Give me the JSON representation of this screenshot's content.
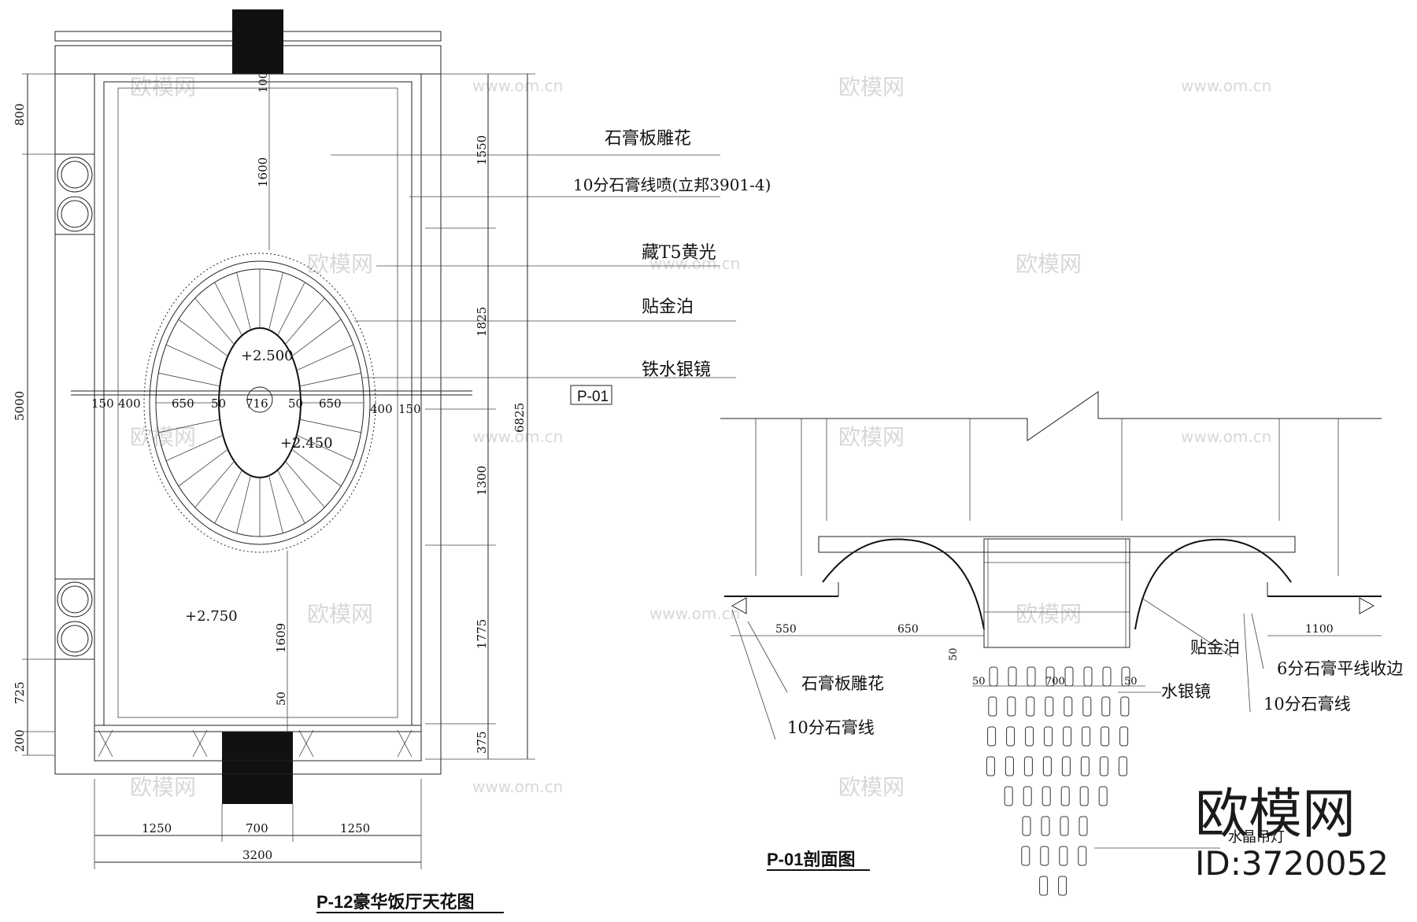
{
  "plan": {
    "title": "P-12豪华饭厅天花图",
    "labels": {
      "carving": "石膏板雕花",
      "cornice": "10分石膏线喷(立邦3901-4)",
      "t5": "藏T5黄光",
      "gold": "贴金泊",
      "mirror": "铁水银镜",
      "section_tag": "P-01"
    },
    "levels": {
      "center": "+2.500",
      "lower": "+2.450",
      "base": "+2.750"
    },
    "dims_left": {
      "d800": "800",
      "d5000": "5000",
      "d725": "725",
      "d200": "200"
    },
    "dims_right": {
      "d1550": "1550",
      "d1825": "1825",
      "d1300": "1300",
      "d1775": "1775",
      "d375": "375",
      "d6825": "6825"
    },
    "dims_inner": {
      "d100": "100",
      "d1600": "1600",
      "d1609": "1609",
      "d50": "50"
    },
    "dims_row": [
      "150",
      "400",
      "650",
      "50",
      "716",
      "50",
      "650",
      "400",
      "150"
    ],
    "dims_bottom": {
      "d1250a": "1250",
      "d700": "700",
      "d1250b": "1250",
      "d3200": "3200"
    }
  },
  "section": {
    "title": "P-01剖面图",
    "labels": {
      "gold": "贴金泊",
      "edge": "6分石膏平线收边",
      "carving": "石膏板雕花",
      "mirror": "水银镜",
      "cornice_a": "10分石膏线",
      "cornice_b": "10分石膏线",
      "lamp": "水晶吊灯"
    },
    "dims": {
      "d550": "550",
      "d650": "650",
      "d1100": "1100",
      "d50v": "50",
      "d50a": "50",
      "d700": "700",
      "d50b": "50"
    }
  },
  "watermark": {
    "brand": "欧模网",
    "id": "ID:3720052",
    "site": "www.om.cn"
  }
}
